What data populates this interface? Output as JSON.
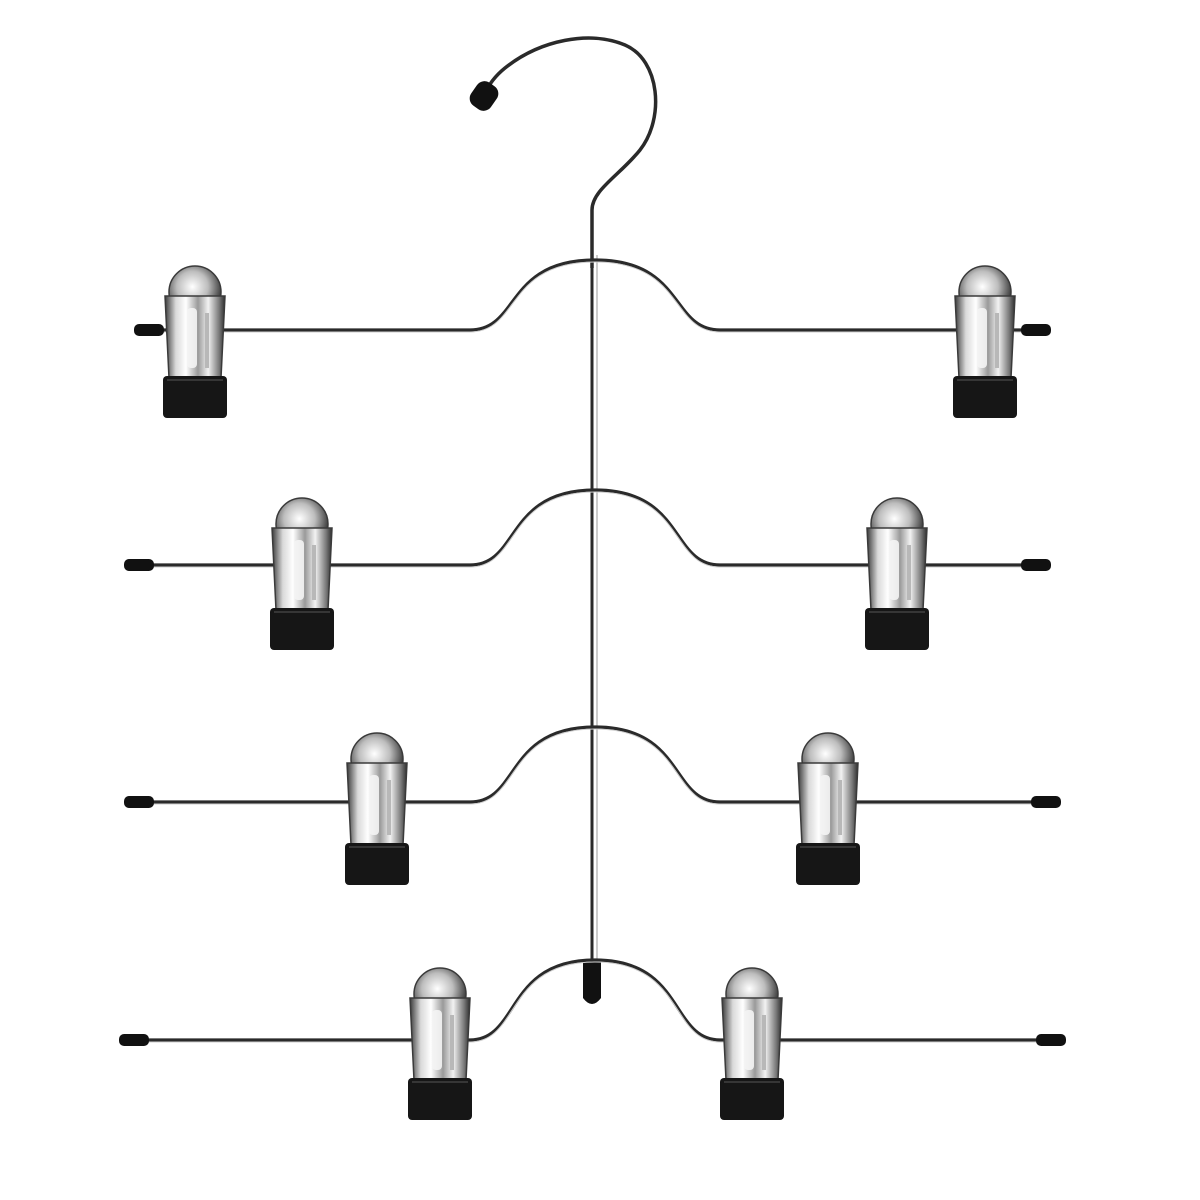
{
  "image": {
    "subject": "hanger",
    "tiers": [
      {
        "clip_count": 2
      },
      {
        "clip_count": 2
      },
      {
        "clip_count": 2
      },
      {
        "clip_count": 2
      }
    ],
    "colors": {
      "background": "#ffffff",
      "wire": "#2a2a2a",
      "rubber_tip": "#111111",
      "clip_chrome_light": "#f4f4f4",
      "clip_chrome_mid": "#b8b8b8",
      "clip_chrome_dark": "#3a3a3a",
      "clip_pad": "#161616"
    }
  }
}
